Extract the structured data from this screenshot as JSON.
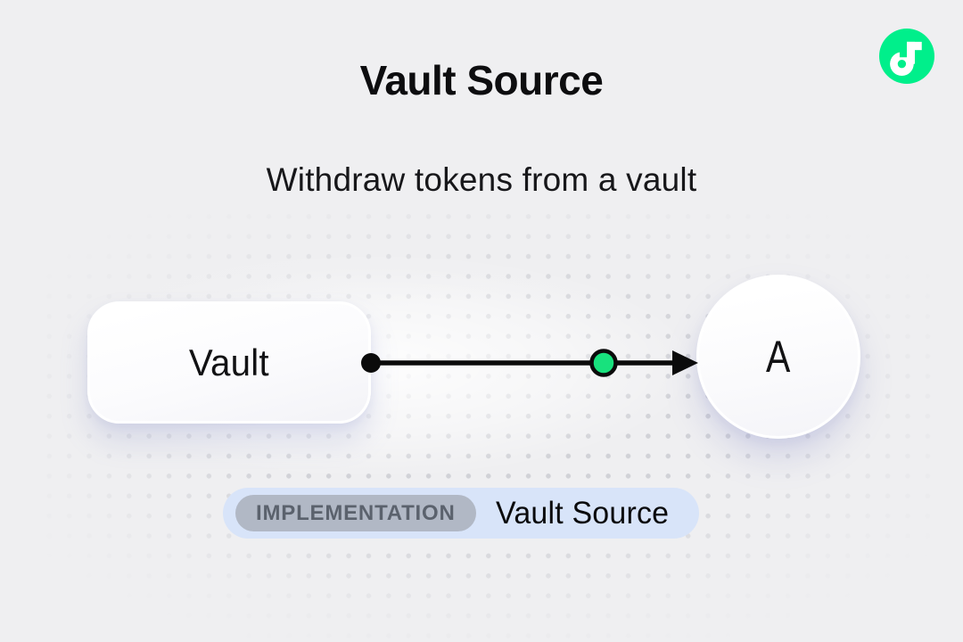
{
  "header": {
    "title": "Vault Source",
    "subtitle": "Withdraw tokens from a vault"
  },
  "diagram": {
    "vault_label": "Vault",
    "account_label": "A"
  },
  "badge": {
    "tag": "IMPLEMENTATION",
    "label": "Vault Source"
  },
  "colors": {
    "flow_green": "#00ef8b",
    "connector_green": "#18e17d",
    "line_black": "#0b0b0b",
    "badge_bg": "#d8e4f9",
    "badge_tag_bg": "#b1b8c5",
    "badge_tag_text": "#5b626d",
    "white": "#ffffff"
  }
}
